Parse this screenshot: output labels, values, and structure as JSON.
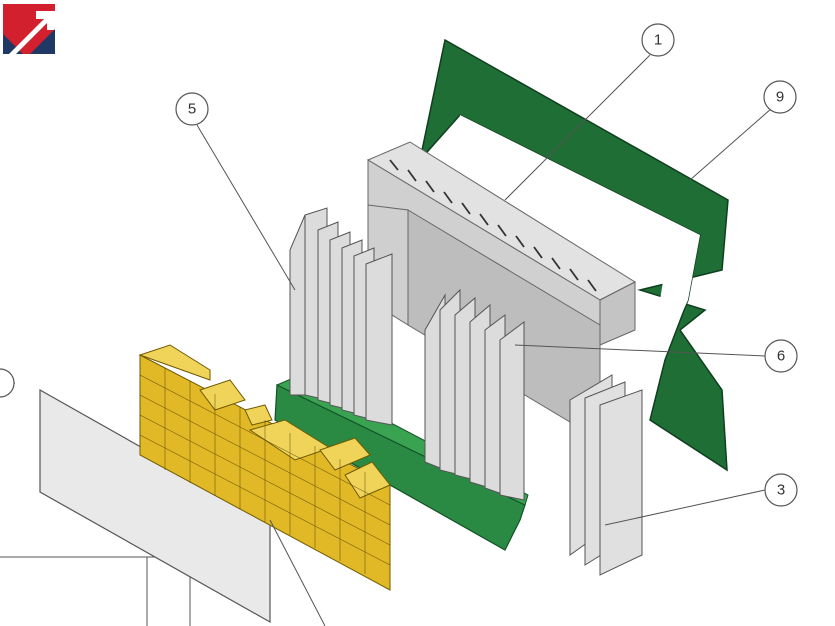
{
  "diagram": {
    "callouts": [
      {
        "id": "c1",
        "label": "1"
      },
      {
        "id": "c9",
        "label": "9"
      },
      {
        "id": "c5",
        "label": "5"
      },
      {
        "id": "c6",
        "label": "6"
      },
      {
        "id": "c3",
        "label": "3"
      }
    ]
  },
  "logo": {
    "icon": "arrow-flag-logo",
    "colors": {
      "red": "#d3202e",
      "navy": "#1f3864"
    }
  },
  "colors": {
    "green_frame": "#1e6e35",
    "green_base": "#2a8a43",
    "grey_panel": "#d8d8d8",
    "yellow_block": "#e6c32a",
    "line": "#555555"
  }
}
